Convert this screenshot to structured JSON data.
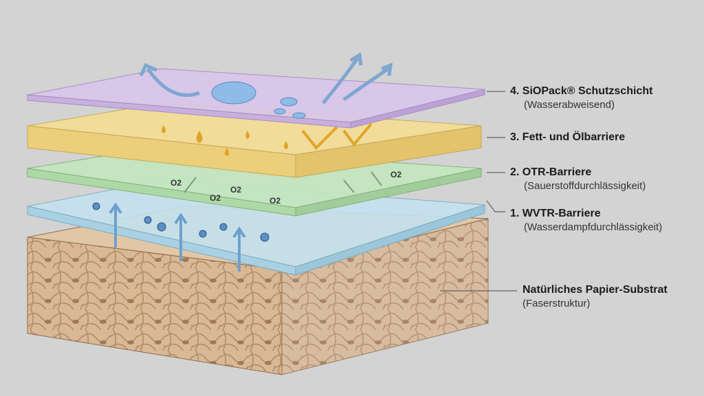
{
  "colors": {
    "background": "#d3d3d3",
    "layer4": "#d9c6ea",
    "layer3": "#f3dd96",
    "layer2": "#c4e6bf",
    "layer1": "#c4e2ef",
    "paper": "#d9b896"
  },
  "layers": [
    {
      "title": "4. SiOPack® Schutzschicht",
      "subtitle": "(Wasserabweisend)"
    },
    {
      "title": "3. Fett- und Ölbarriere",
      "subtitle": ""
    },
    {
      "title": "2. OTR-Barriere",
      "subtitle": "(Sauerstoffdurchlässigkeit)"
    },
    {
      "title": "1. WVTR-Barriere",
      "subtitle": "(Wasserdampfdurchlässigkeit)"
    },
    {
      "title": "Natürliches Papier-Substrat",
      "subtitle": "(Faserstruktur)"
    }
  ],
  "oxygen_label": "O2"
}
